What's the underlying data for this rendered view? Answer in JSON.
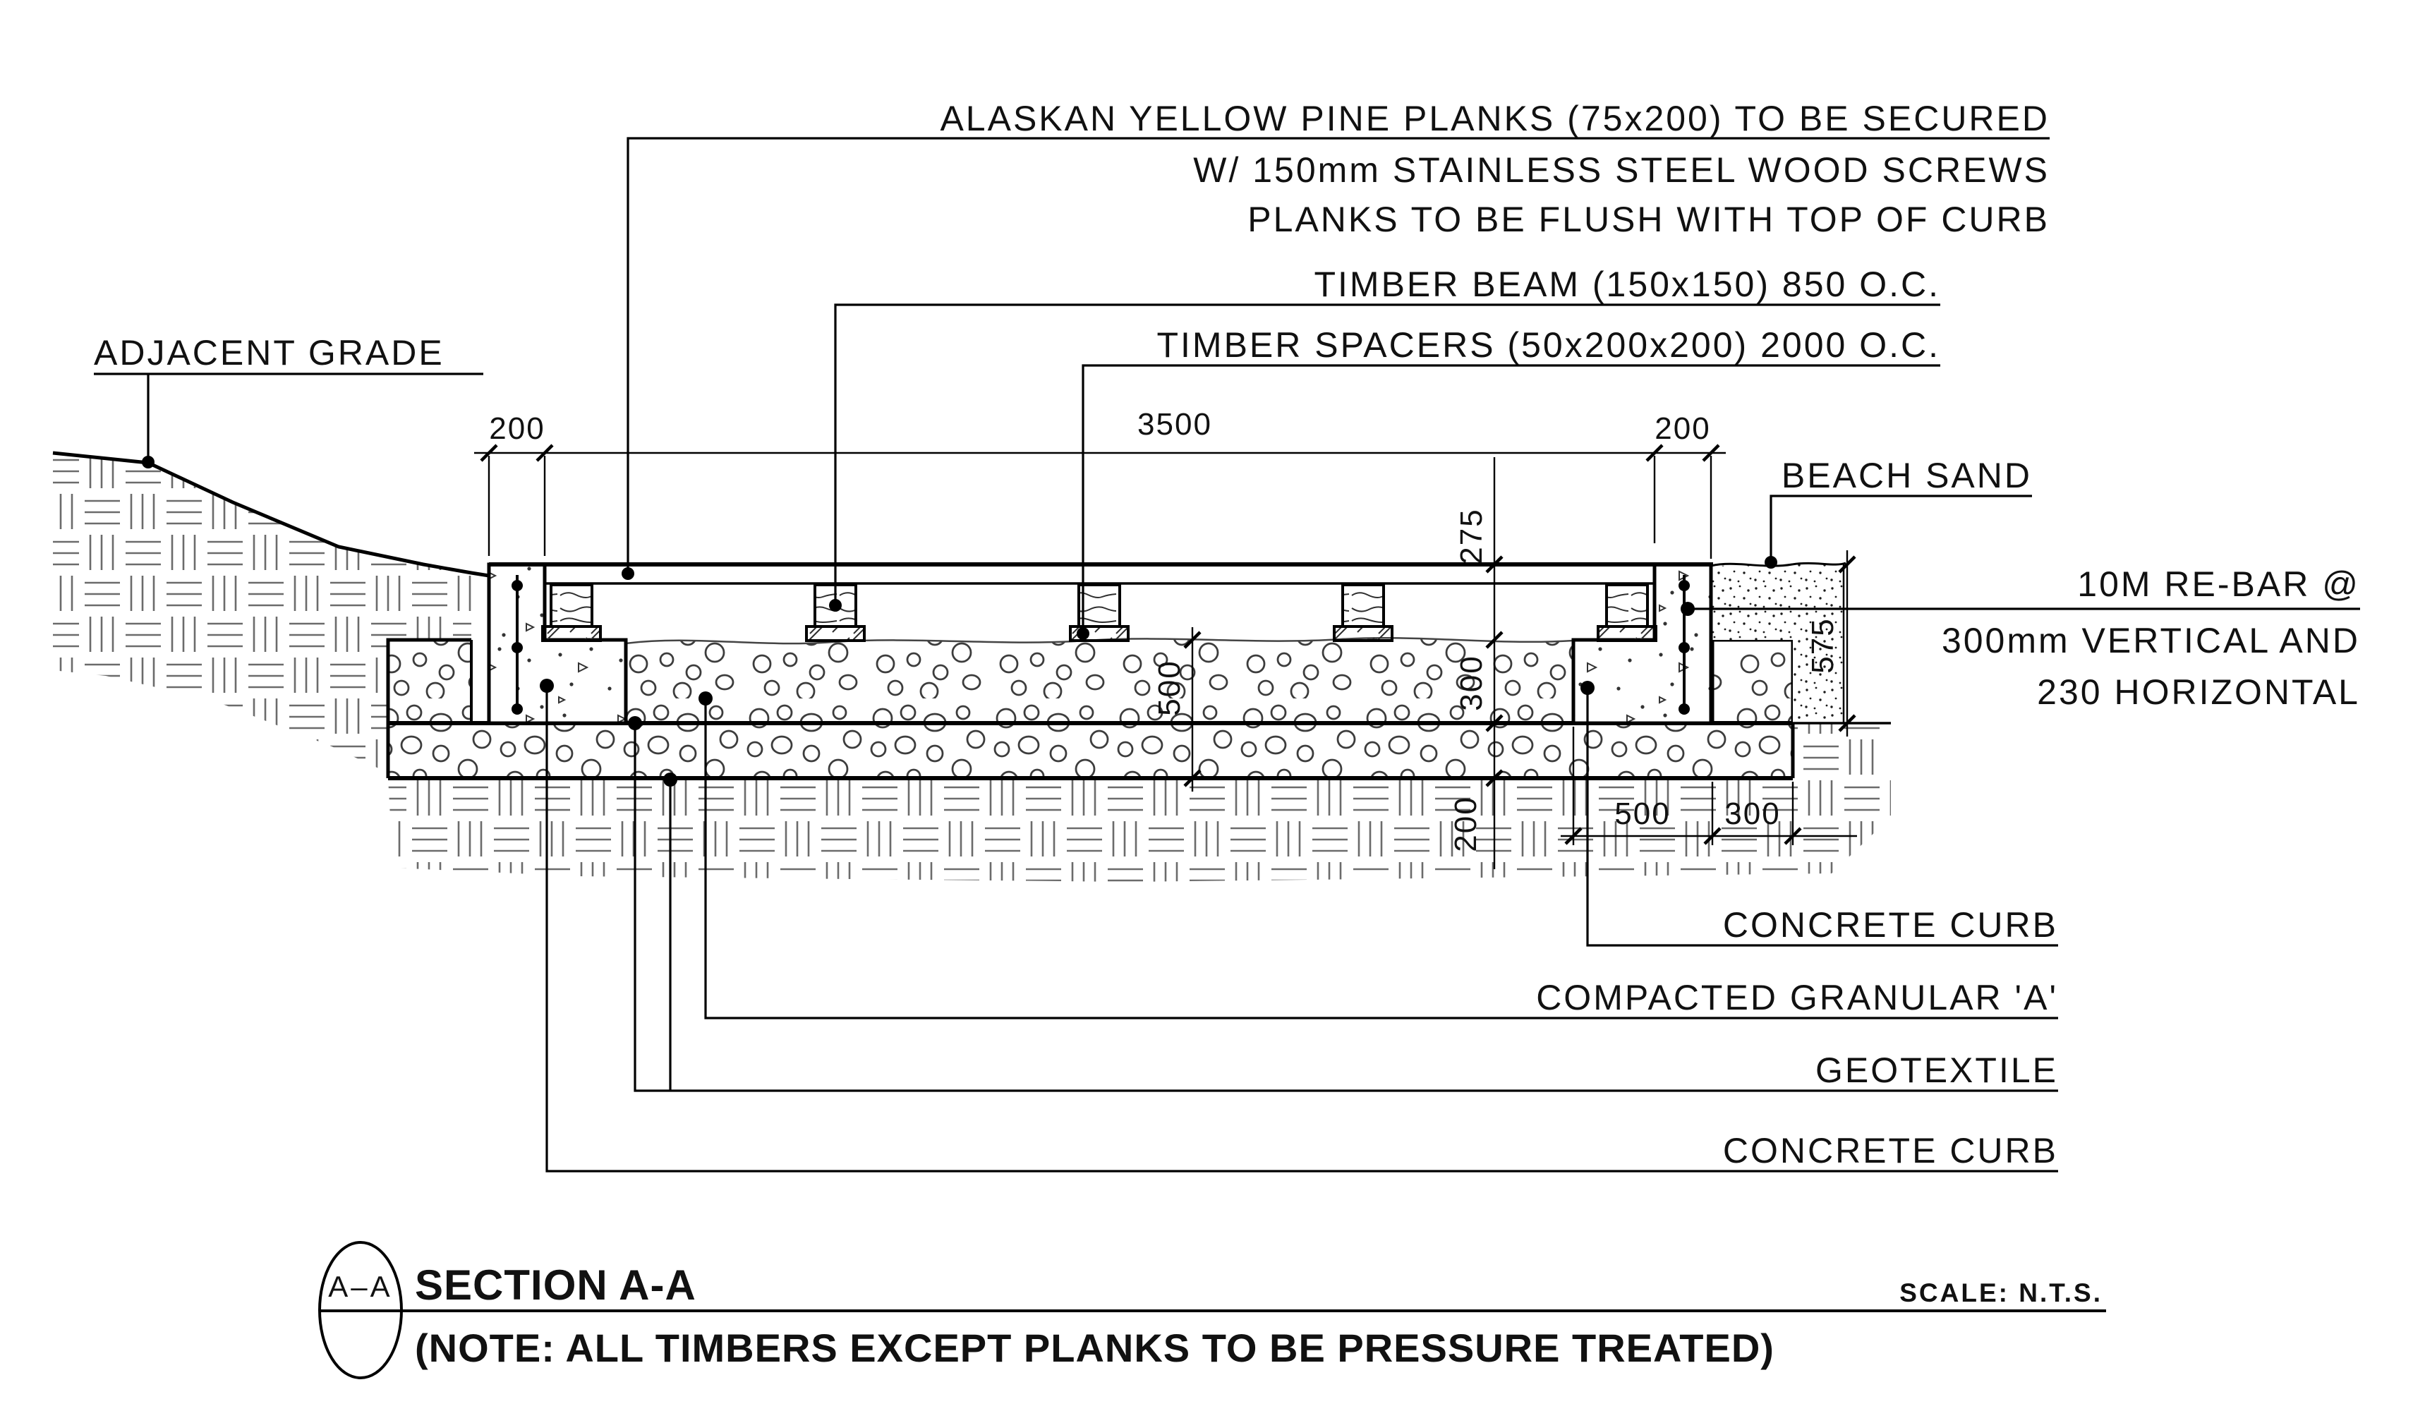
{
  "drawing": {
    "title": "SECTION A-A",
    "note": "(NOTE: ALL TIMBERS EXCEPT PLANKS TO BE PRESSURE TREATED)",
    "scale_label": "SCALE: N.T.S.",
    "section_marker": "A–A"
  },
  "annotations": {
    "plank_note_line1": "ALASKAN YELLOW PINE PLANKS (75x200) TO BE SECURED",
    "plank_note_line2": "W/ 150mm STAINLESS STEEL WOOD SCREWS",
    "plank_note_line3": "PLANKS TO BE FLUSH WITH TOP OF CURB",
    "timber_beam": "TIMBER BEAM (150x150) 850 O.C.",
    "timber_spacers": "TIMBER SPACERS (50x200x200) 2000 O.C.",
    "adjacent_grade": "ADJACENT GRADE",
    "beach_sand": "BEACH SAND",
    "rebar_line1": "10M RE-BAR @",
    "rebar_line2": "300mm VERTICAL AND",
    "rebar_line3": "230 HORIZONTAL",
    "concrete_curb_right": "CONCRETE CURB",
    "compacted_granular": "COMPACTED GRANULAR 'A'",
    "geotextile": "GEOTEXTILE",
    "concrete_curb_left": "CONCRETE CURB"
  },
  "dimensions": {
    "curb_width_left": "200",
    "clear_span": "3500",
    "curb_width_right": "200",
    "plank_to_grade": "275",
    "granular_depth": "500",
    "curb_below_grade": "300",
    "base_depth": "200",
    "footing_width": "500",
    "pocket_width": "300",
    "curb_total_height": "575"
  },
  "colors": {
    "line": "#000000",
    "background": "#ffffff",
    "hatch": "#666666"
  }
}
